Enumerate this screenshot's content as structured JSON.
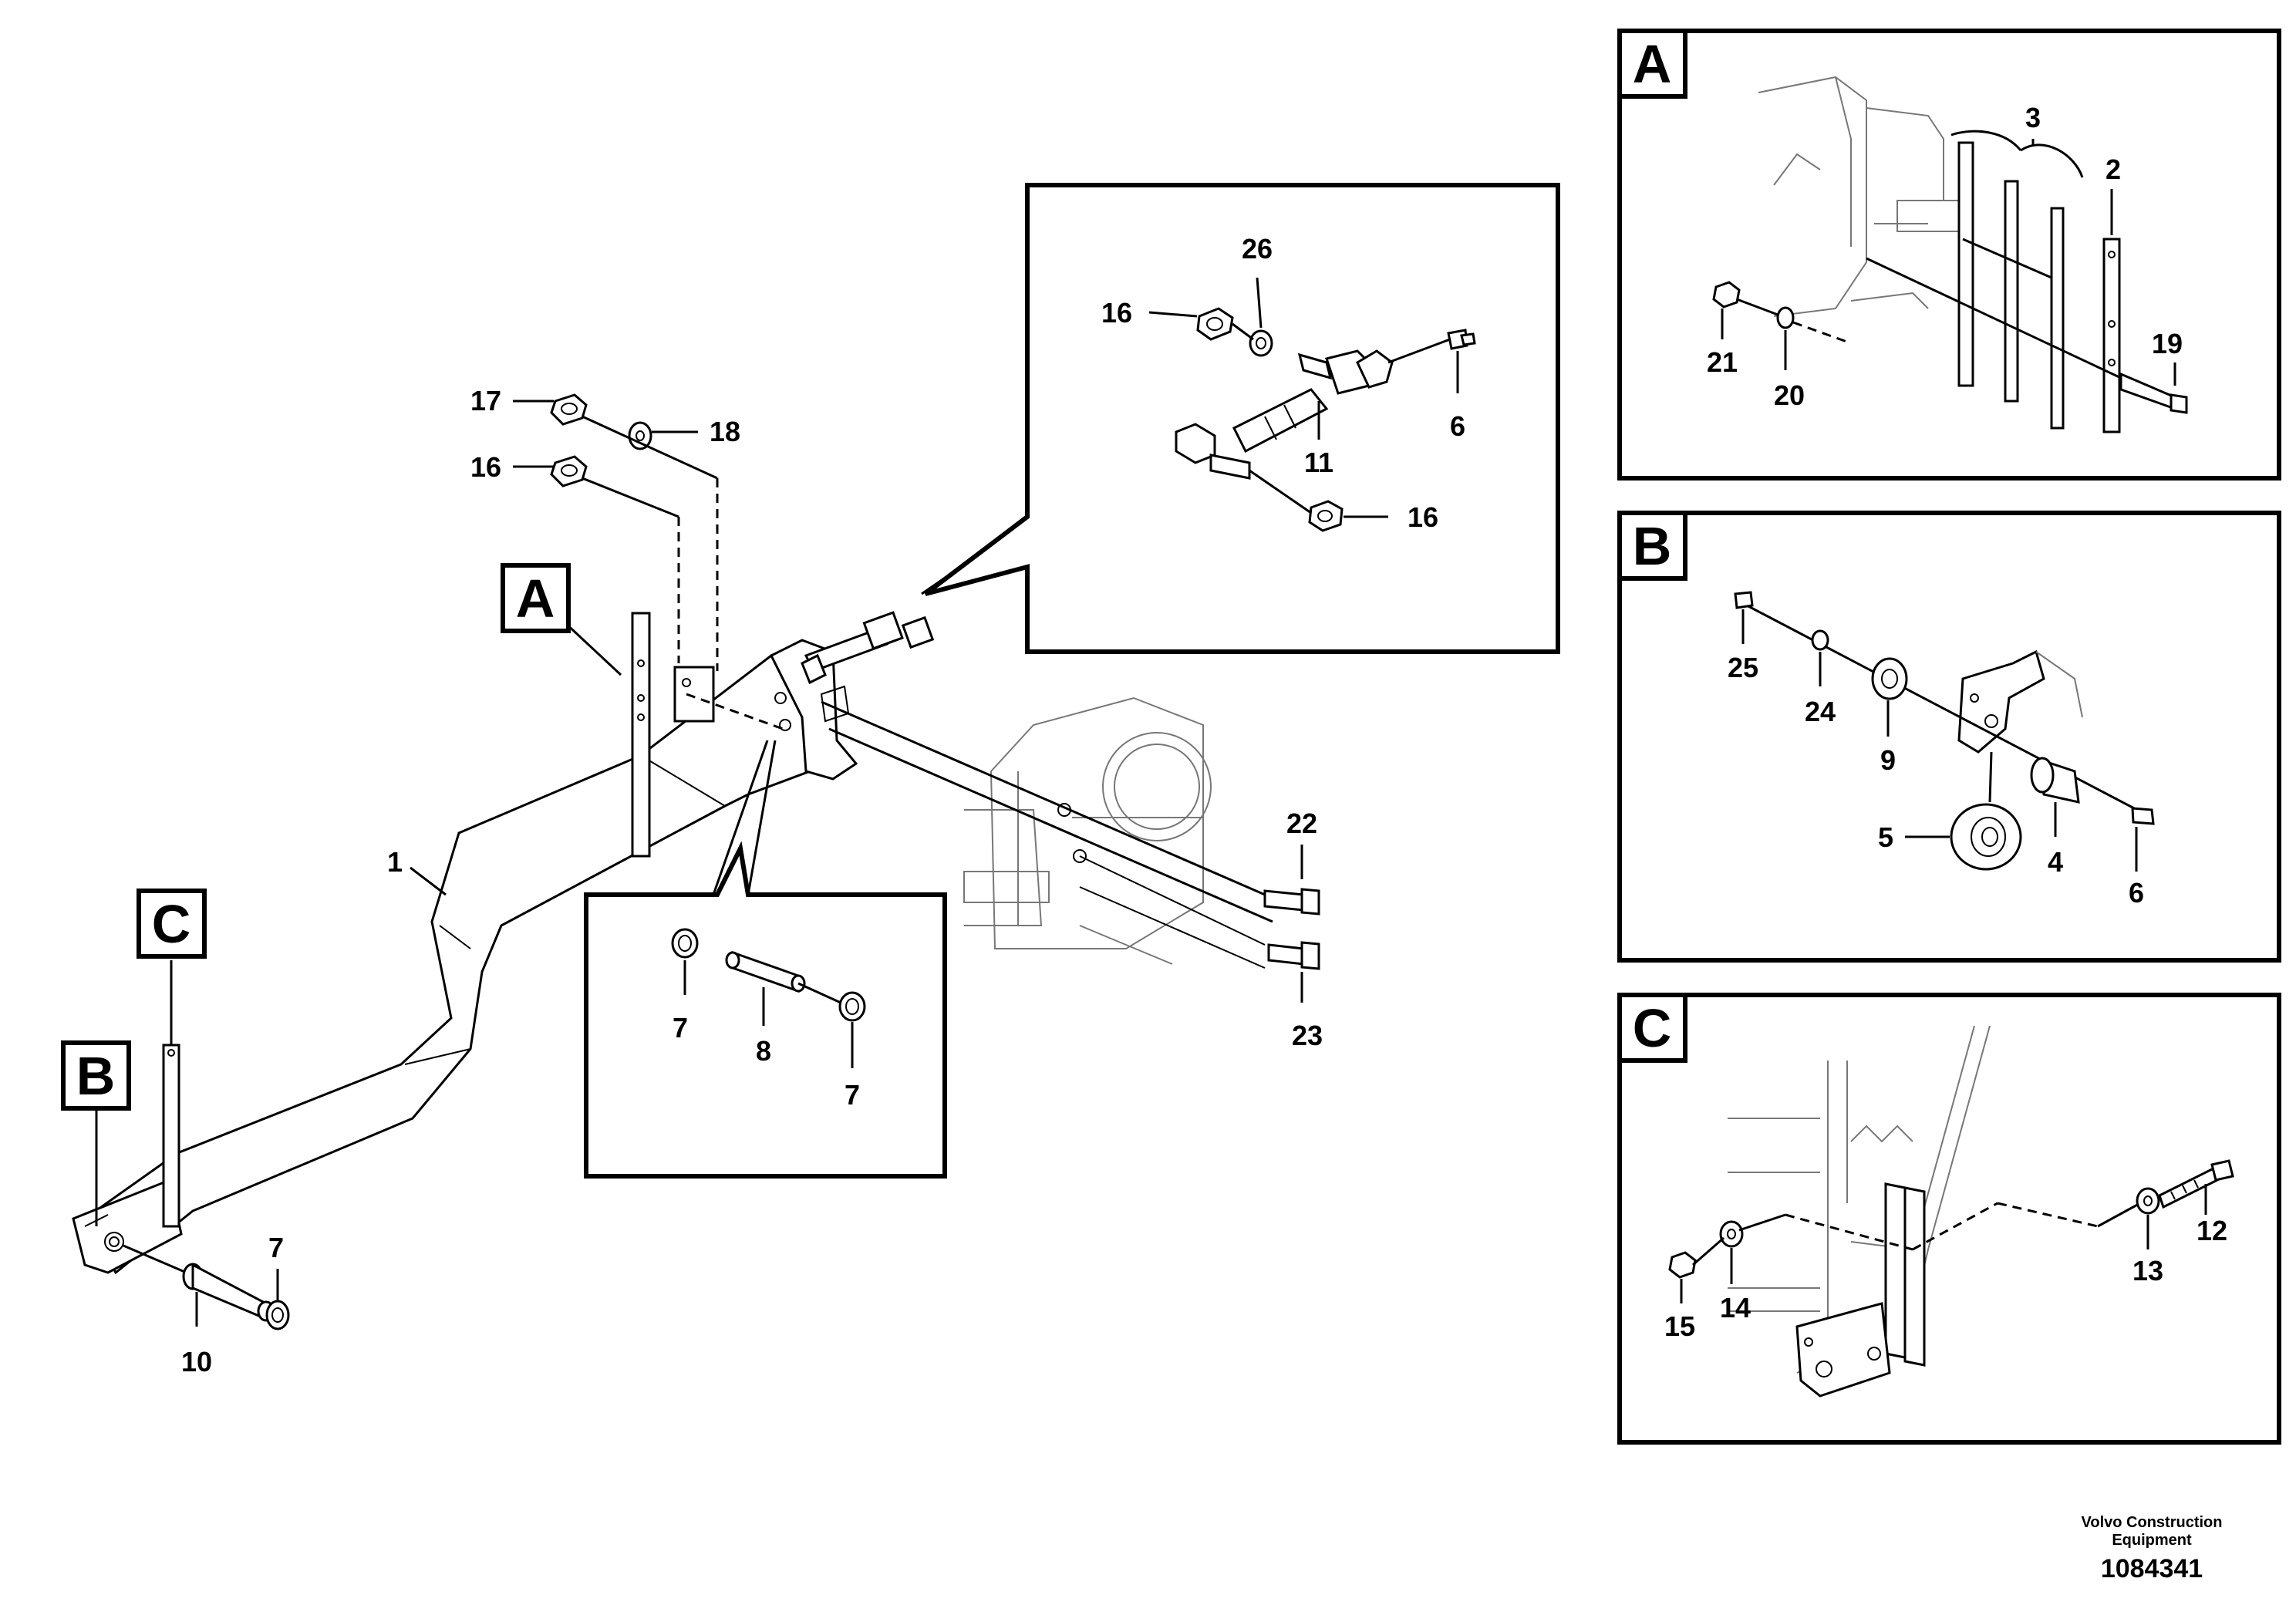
{
  "callouts": {
    "c1": "1",
    "c2": "2",
    "c3": "3",
    "c4": "4",
    "c5": "5",
    "c6a": "6",
    "c6b": "6",
    "c7a": "7",
    "c7b": "7",
    "c7c": "7",
    "c8": "8",
    "c9": "9",
    "c10": "10",
    "c11": "11",
    "c12": "12",
    "c13": "13",
    "c14": "14",
    "c15": "15",
    "c16a": "16",
    "c16b": "16",
    "c16c": "16",
    "c17": "17",
    "c18": "18",
    "c19": "19",
    "c20": "20",
    "c21": "21",
    "c22": "22",
    "c23": "23",
    "c24": "24",
    "c25": "25",
    "c26": "26"
  },
  "detail_labels": {
    "main_a": "A",
    "main_b": "B",
    "main_c": "C",
    "panel_a": "A",
    "panel_b": "B",
    "panel_c": "C"
  },
  "footer": {
    "company_line1": "Volvo Construction",
    "company_line2": "Equipment",
    "drawing_number": "1084341"
  }
}
